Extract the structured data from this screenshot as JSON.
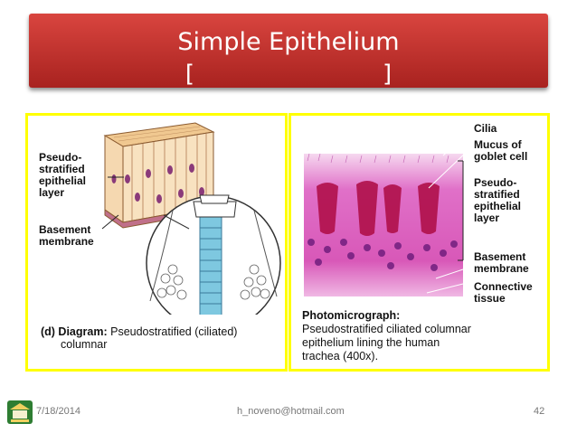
{
  "slide": {
    "title": "Simple Epithelium",
    "subtitle": "[ ]"
  },
  "diagram_panel": {
    "label_pseudo": "Pseudo-\nstratified\nepithelial\nlayer",
    "label_basement": "Basement\nmembrane",
    "caption_bold": "(d) Diagram:",
    "caption_text": "Pseudostratified (ciliated)",
    "caption_text2": "columnar"
  },
  "photo_panel": {
    "label_cilia": "Cilia",
    "label_mucus": "Mucus of\ngoblet cell",
    "label_pseudo": "Pseudo-\nstratified\nepithelial\nlayer",
    "label_basement": "Basement\nmembrane",
    "label_connective": "Connective\ntissue",
    "caption_bold": "Photomicrograph:",
    "caption_line1": "Pseudostratified ciliated columnar",
    "caption_line2": "epithelium lining the human",
    "caption_line3": "trachea (400x)."
  },
  "footer": {
    "date": "7/18/2014",
    "email": "h_noveno@hotmail.com",
    "page": "42"
  },
  "colors": {
    "title_bar": "#c8322e",
    "panel_border": "#ffff00",
    "tissue_pink": "#e060c0",
    "goblet": "#b0104a"
  }
}
